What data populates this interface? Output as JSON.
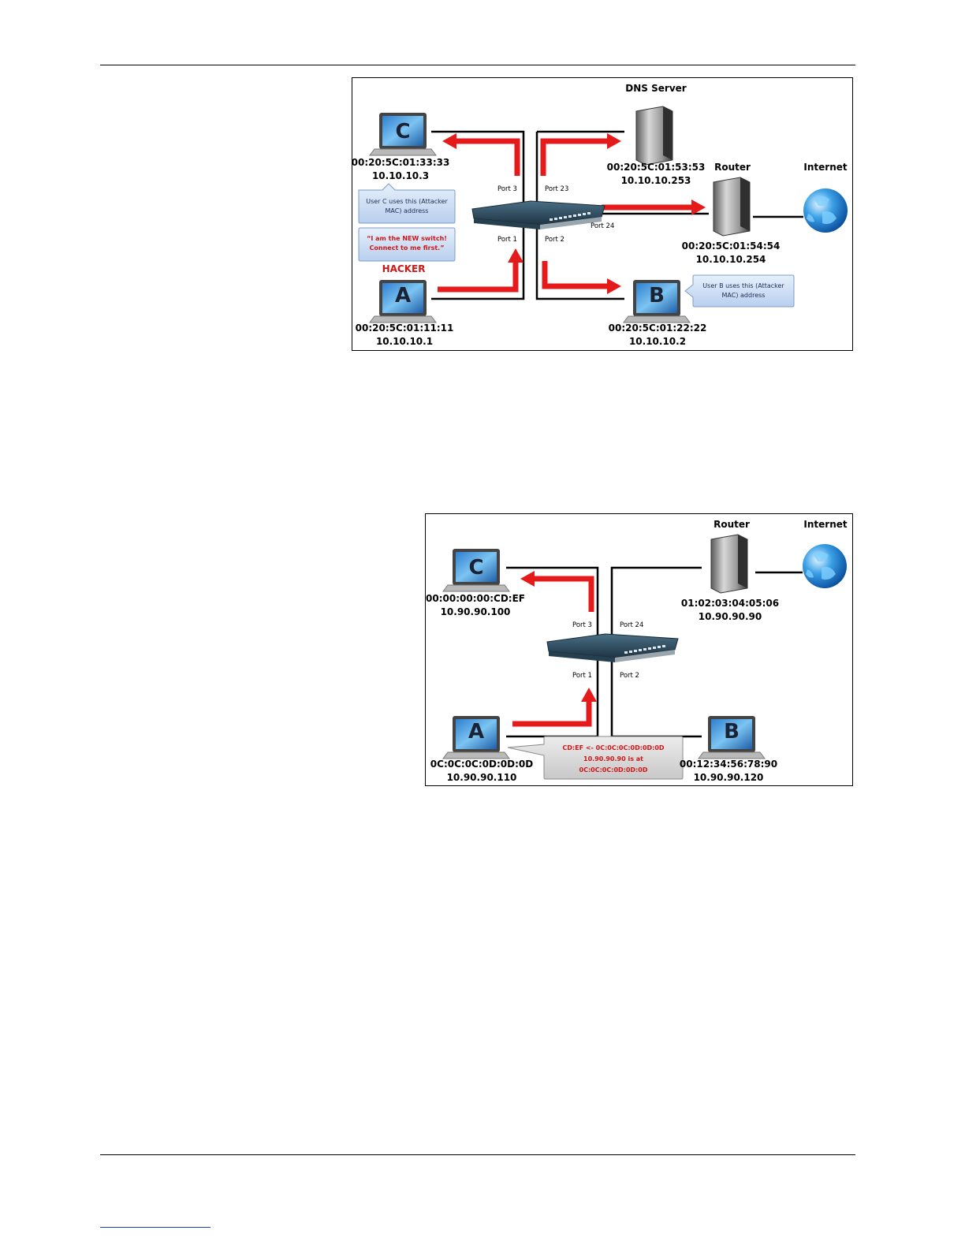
{
  "diagram1": {
    "dns_server": {
      "title": "DNS Server",
      "mac": "00:20:5C:01:53:53",
      "ip": "10.10.10.253"
    },
    "router": {
      "title": "Router",
      "mac": "00:20:5C:01:54:54",
      "ip": "10.10.10.254"
    },
    "internet": {
      "title": "Internet"
    },
    "host_c": {
      "letter": "C",
      "mac": "00:20:5C:01:33:33",
      "ip": "10.10.10.3"
    },
    "host_a": {
      "letter": "A",
      "mac": "00:20:5C:01:11:11",
      "ip": "10.10.10.1"
    },
    "host_b": {
      "letter": "B",
      "mac": "00:20:5C:01:22:22",
      "ip": "10.10.10.2"
    },
    "ports": {
      "p3": "Port 3",
      "p23": "Port 23",
      "p1": "Port 1",
      "p2": "Port 2",
      "p24": "Port 24"
    },
    "callout_c": {
      "line1": "User C uses this (Attacker",
      "line2": "MAC) address"
    },
    "callout_hacker": {
      "line1": "“I am the NEW switch!",
      "line2": "Connect to me first.”"
    },
    "hacker_label": "HACKER",
    "callout_b": {
      "line1": "User B uses this (Attacker",
      "line2": "MAC) address"
    }
  },
  "diagram2": {
    "router": {
      "title": "Router",
      "mac": "01:02:03:04:05:06",
      "ip": "10.90.90.90"
    },
    "internet": {
      "title": "Internet"
    },
    "host_c": {
      "letter": "C",
      "mac": "00:00:00:00:CD:EF",
      "ip": "10.90.90.100"
    },
    "host_a": {
      "letter": "A",
      "mac": "0C:0C:0C:0D:0D:0D",
      "ip": "10.90.90.110"
    },
    "host_b": {
      "letter": "B",
      "mac": "00:12:34:56:78:90",
      "ip": "10.90.90.120"
    },
    "ports": {
      "p3": "Port 3",
      "p24": "Port 24",
      "p1": "Port 1",
      "p2": "Port 2"
    },
    "callout": {
      "line1": "CD:EF <- 0C:0C:0C:0D:0D:0D",
      "line2": "10.90.90.90 is at",
      "line3": "0C:0C:0C:0D:0D:0D"
    }
  },
  "colors": {
    "arrow": "#e51a1a",
    "callout_blue": "#cfe0f5",
    "callout_gray": "#d9d9d9",
    "hacker": "#d01616"
  }
}
